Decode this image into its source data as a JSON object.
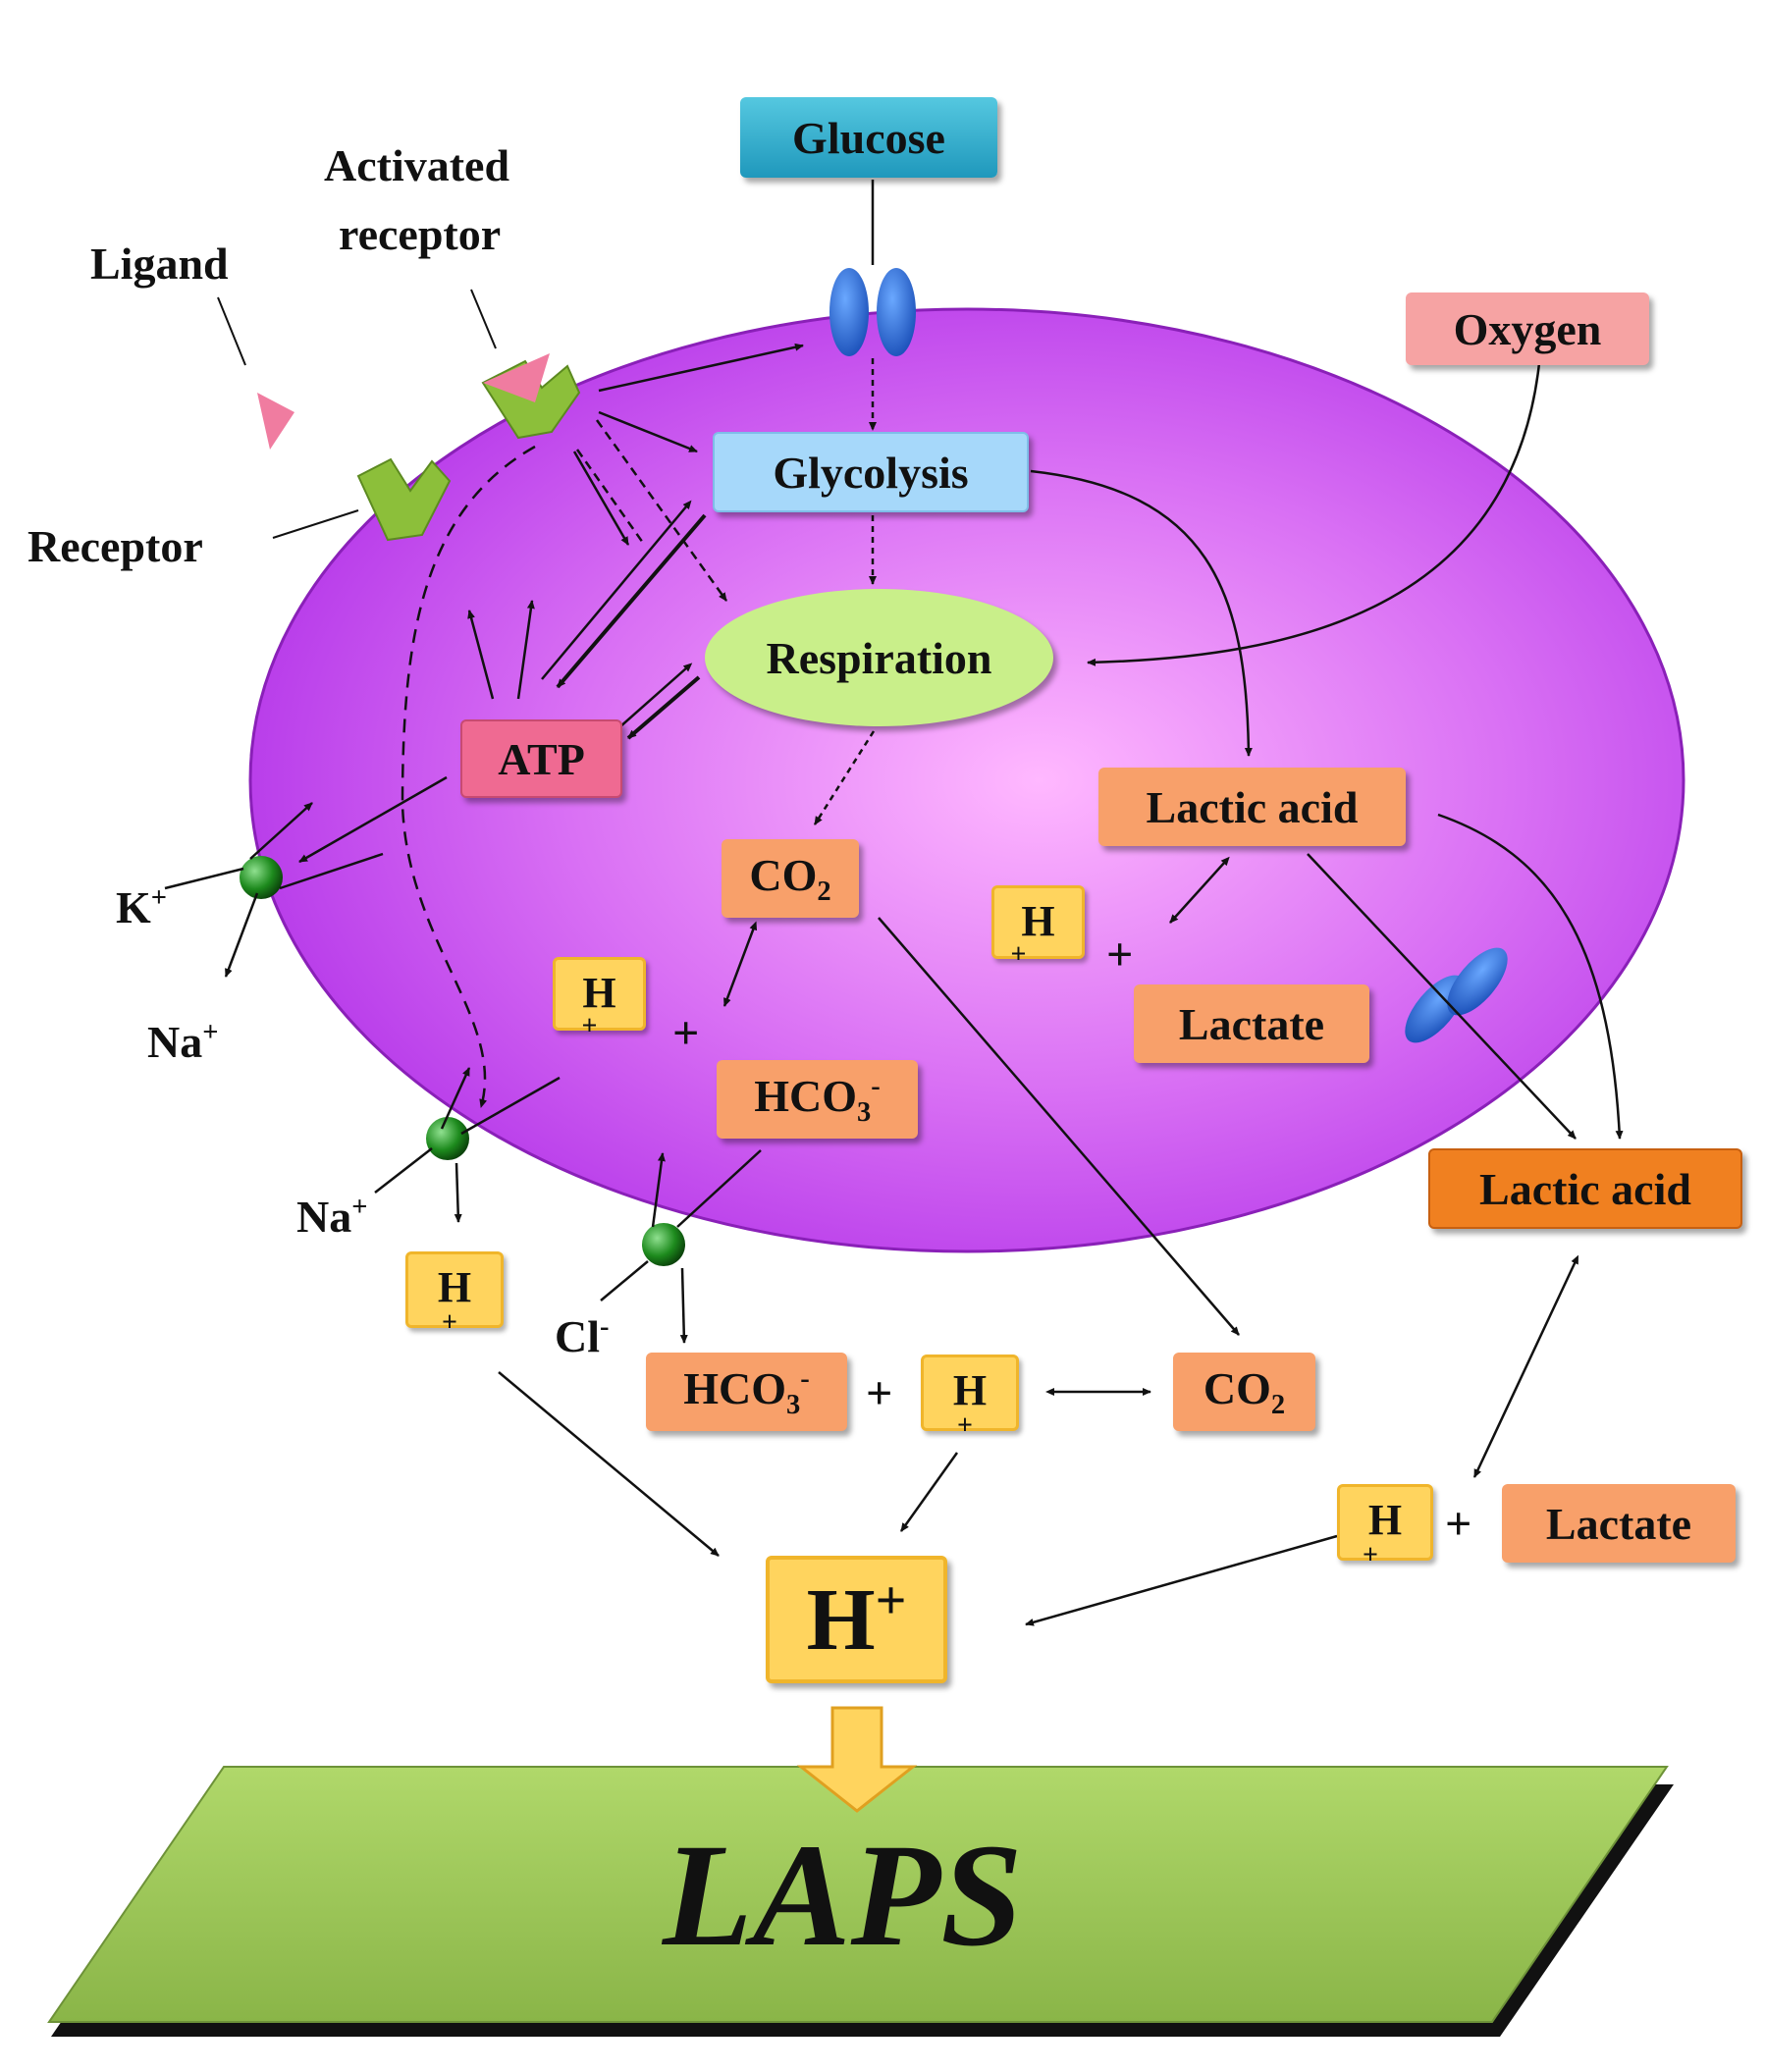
{
  "nodes": {
    "glucose": "Glucose",
    "oxygen": "Oxygen",
    "glycolysis": "Glycolysis",
    "respiration": "Respiration",
    "atp": "ATP",
    "lactic_acid_in": "Lactic acid",
    "lactate_in": "Lactate",
    "co2_in": "CO",
    "co2_in_sub": "2",
    "hco3_in": "HCO",
    "hco3_in_sub": "3",
    "hco3_in_sup": "-",
    "lactic_acid_out": "Lactic acid",
    "lactate_out": "Lactate",
    "co2_out": "CO",
    "co2_out_sub": "2",
    "hco3_out": "HCO",
    "hco3_out_sub": "3",
    "hco3_out_sup": "-",
    "h_plus_main": "H",
    "h_plus_main_sup": "+",
    "h_ion_letter": "H",
    "h_ion_plus": "+",
    "plus_sign": "+",
    "laps": "LAPS"
  },
  "labels": {
    "ligand": "Ligand",
    "activated_receptor_line1": "Activated",
    "activated_receptor_line2": "receptor",
    "receptor": "Receptor",
    "k": "K",
    "k_sup": "+",
    "na_1": "Na",
    "na_1_sup": "+",
    "na_2": "Na",
    "na_2_sup": "+",
    "cl": "Cl",
    "cl_sup": "-"
  },
  "colors": {
    "cell": "#c040f0",
    "cell_center": "#ffb8ff",
    "glucose": "#2ca9c8",
    "oxygen": "#f6a3a3",
    "glycolysis": "#a6d8fa",
    "respiration": "#c9ef8a",
    "atp": "#ef6a92",
    "metabolite": "#f8a06a",
    "lactic_acid_out": "#f08020",
    "h_ion": "#ffd45e",
    "transporter": "#1f5fc0",
    "exchanger": "#1f8a1f",
    "receptor": "#8cbf3a",
    "ligand": "#f07ca0",
    "laps": "#a2cc5e"
  }
}
